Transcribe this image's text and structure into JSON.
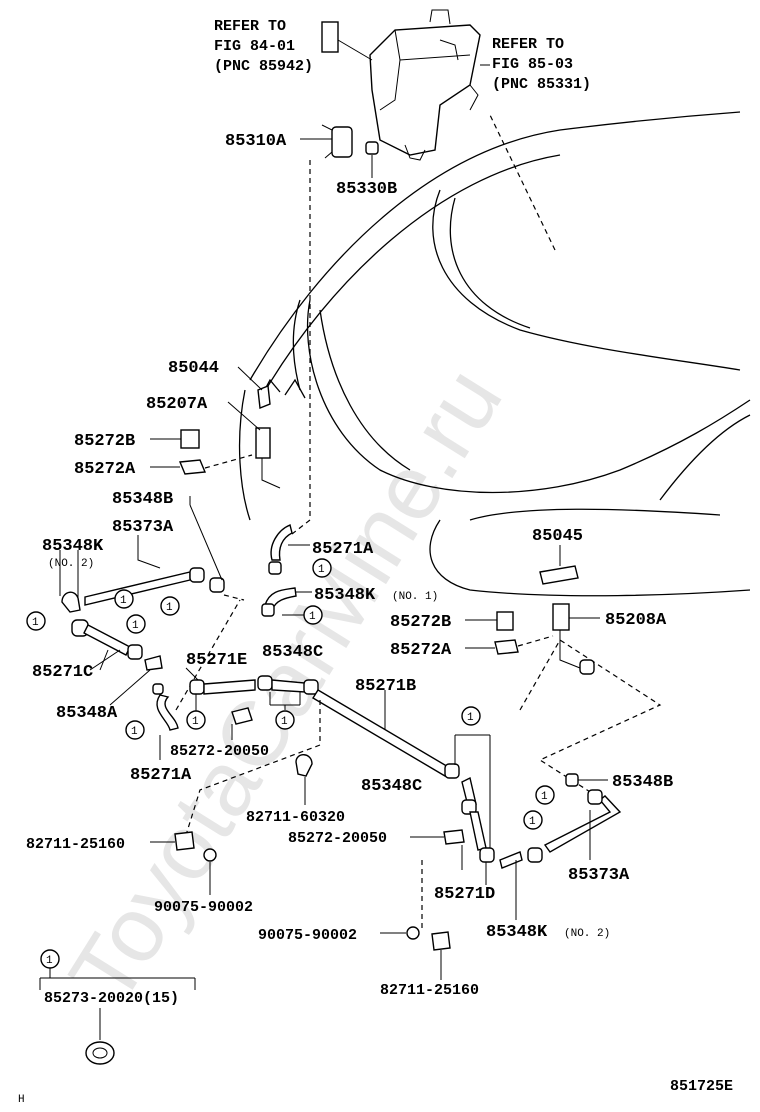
{
  "watermark": "ToyotaCarMine.ru",
  "refs": {
    "left": [
      "REFER TO",
      "FIG 84-01",
      "(PNC 85942)"
    ],
    "right": [
      "REFER TO",
      "FIG 85-03",
      "(PNC 85331)"
    ]
  },
  "labels": {
    "p85310A": "85310A",
    "p85330B": "85330B",
    "p85044": "85044",
    "p85207A": "85207A",
    "p85272B_l": "85272B",
    "p85272A_l": "85272A",
    "p85348B_l": "85348B",
    "p85373A_l": "85373A",
    "p85348K_l": "85348K",
    "no2_l": "(NO. 2)",
    "p85271A_top": "85271A",
    "p85348K_no1": "85348K",
    "no1": "(NO. 1)",
    "p85045": "85045",
    "p85272B_r": "85272B",
    "p85272A_r": "85272A",
    "p85208A": "85208A",
    "p85271C": "85271C",
    "p85271E": "85271E",
    "p85348C_top": "85348C",
    "p85271B": "85271B",
    "p85348A": "85348A",
    "p85271A_bot": "85271A",
    "p85272_20050_l": "85272-20050",
    "p82711_60320": "82711-60320",
    "p85348C_mid": "85348C",
    "p85348B_r": "85348B",
    "p82711_25160_l": "82711-25160",
    "p85272_20050_r": "85272-20050",
    "p85373A_r": "85373A",
    "p85271D": "85271D",
    "p90075_90002_l": "90075-90002",
    "p85348K_r": "85348K",
    "no2_r": "(NO. 2)",
    "p90075_90002_r": "90075-90002",
    "p82711_25160_r": "82711-25160",
    "p85273_20020": "85273-20020(15)",
    "callout_num": "1",
    "corner_h": "H",
    "figure_id": "851725E"
  }
}
